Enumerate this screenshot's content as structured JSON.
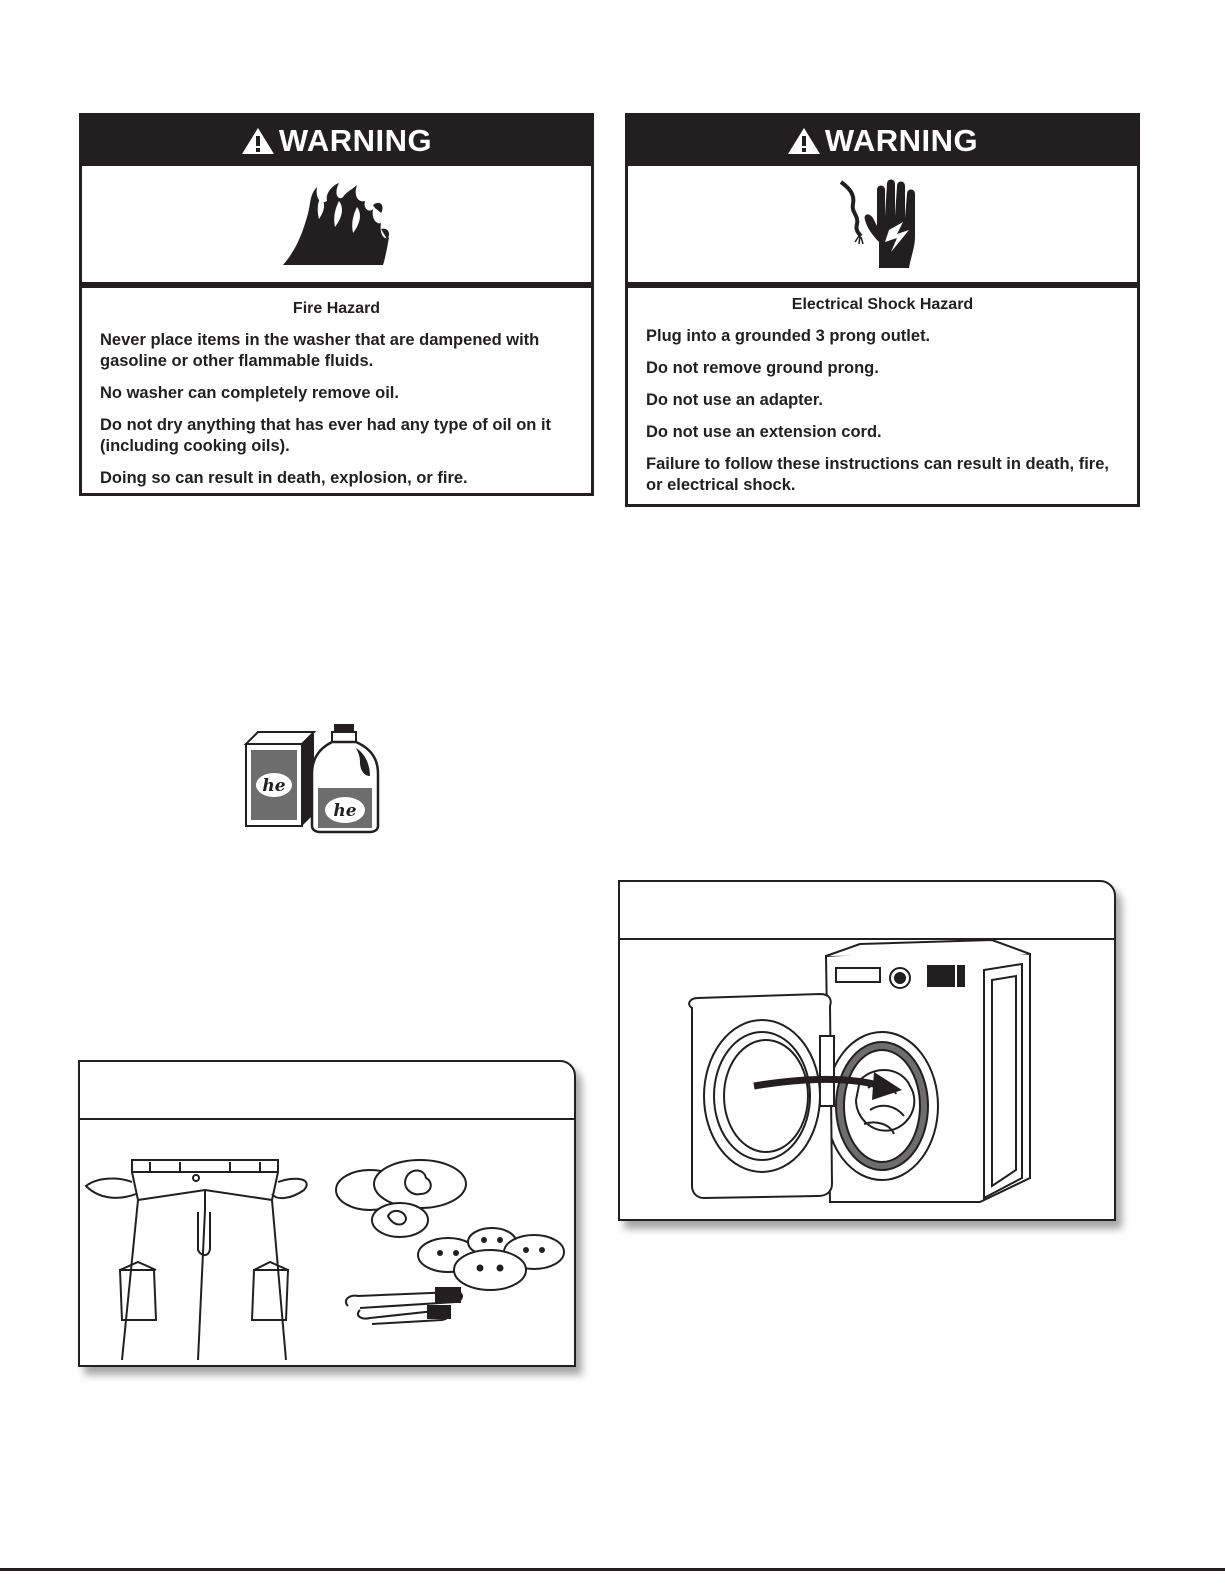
{
  "warnings": [
    {
      "header": "WARNING",
      "icon": "fire-icon",
      "title": "Fire Hazard",
      "lines": [
        "Never place items in the washer that are dampened with gasoline or other flammable fluids.",
        "No washer can completely remove oil.",
        "Do not dry anything that has ever had any type of oil on it (including cooking oils).",
        "Doing so can result in death, explosion, or fire."
      ]
    },
    {
      "header": "WARNING",
      "icon": "electric-shock-icon",
      "title": "Electrical Shock Hazard",
      "lines": [
        "Plug into a grounded 3 prong outlet.",
        "Do not remove ground prong.",
        "Do not use an adapter.",
        "Do not use an extension cord.",
        "Failure to follow these instructions can result in death, fire, or electrical shock."
      ]
    }
  ],
  "detergent_logo": "he",
  "colors": {
    "ink": "#231f20",
    "paper": "#ffffff"
  }
}
